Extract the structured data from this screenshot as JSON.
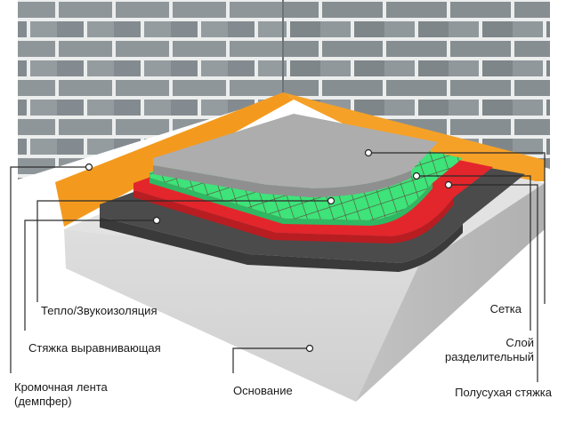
{
  "labels": {
    "thermal_insulation": "Тепло/Звукоизоляция",
    "leveling_screed": "Стяжка выравнивающая",
    "edge_tape_line1": "Кромочная лента",
    "edge_tape_line2": "(демпфер)",
    "base": "Основание",
    "mesh": "Сетка",
    "separating_layer_line1": "Слой",
    "separating_layer_line2": "разделительный",
    "semi_dry_screed": "Полусухая стяжка"
  },
  "colors": {
    "brick": "#8e9599",
    "mortar": "#eceeee",
    "damper": "#f39a1e",
    "concrete": "#d9d9d9",
    "leveling": "#4b4b4b",
    "separating": "#e3262c",
    "insulation": "#3ee37a",
    "top_screed": "#a9a9a9"
  }
}
